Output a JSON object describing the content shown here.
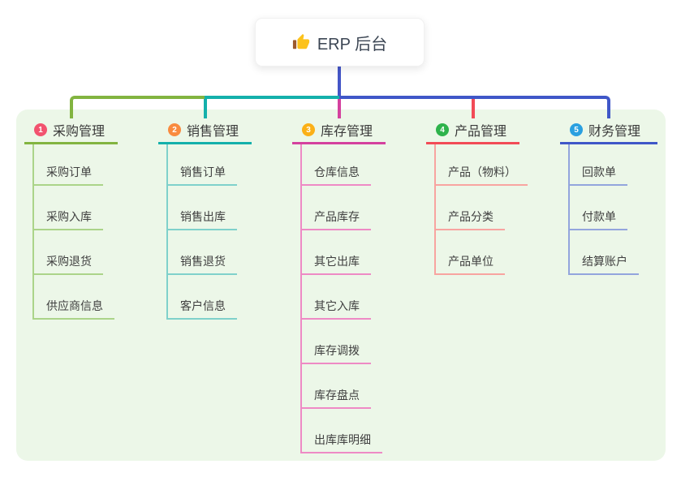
{
  "root": {
    "label": "ERP 后台",
    "icon": "thumbs-up"
  },
  "connector_color": "#4456c7",
  "panel_color": "#ecf7e8",
  "branches": [
    {
      "num": "1",
      "title": "采购管理",
      "color": "#82b440",
      "light_color": "#abd489",
      "badge_color": "#f2536f",
      "items": [
        "采购订单",
        "采购入库",
        "采购退货",
        "供应商信息"
      ]
    },
    {
      "num": "2",
      "title": "销售管理",
      "color": "#14b0ab",
      "light_color": "#7fd1cb",
      "badge_color": "#f98b3f",
      "items": [
        "销售订单",
        "销售出库",
        "销售退货",
        "客户信息"
      ]
    },
    {
      "num": "3",
      "title": "库存管理",
      "color": "#d4419e",
      "light_color": "#ee8ac5",
      "badge_color": "#fbb017",
      "items": [
        "仓库信息",
        "产品库存",
        "其它出库",
        "其它入库",
        "库存调拨",
        "库存盘点",
        "出库库明细"
      ]
    },
    {
      "num": "4",
      "title": "产品管理",
      "color": "#f24b56",
      "light_color": "#f8a4a0",
      "badge_color": "#2eb34b",
      "items": [
        "产品（物料）",
        "产品分类",
        "产品单位"
      ]
    },
    {
      "num": "5",
      "title": "财务管理",
      "color": "#3f57c8",
      "light_color": "#93a5dd",
      "badge_color": "#2aa0e0",
      "items": [
        "回款单",
        "付款单",
        "结算账户"
      ]
    }
  ]
}
